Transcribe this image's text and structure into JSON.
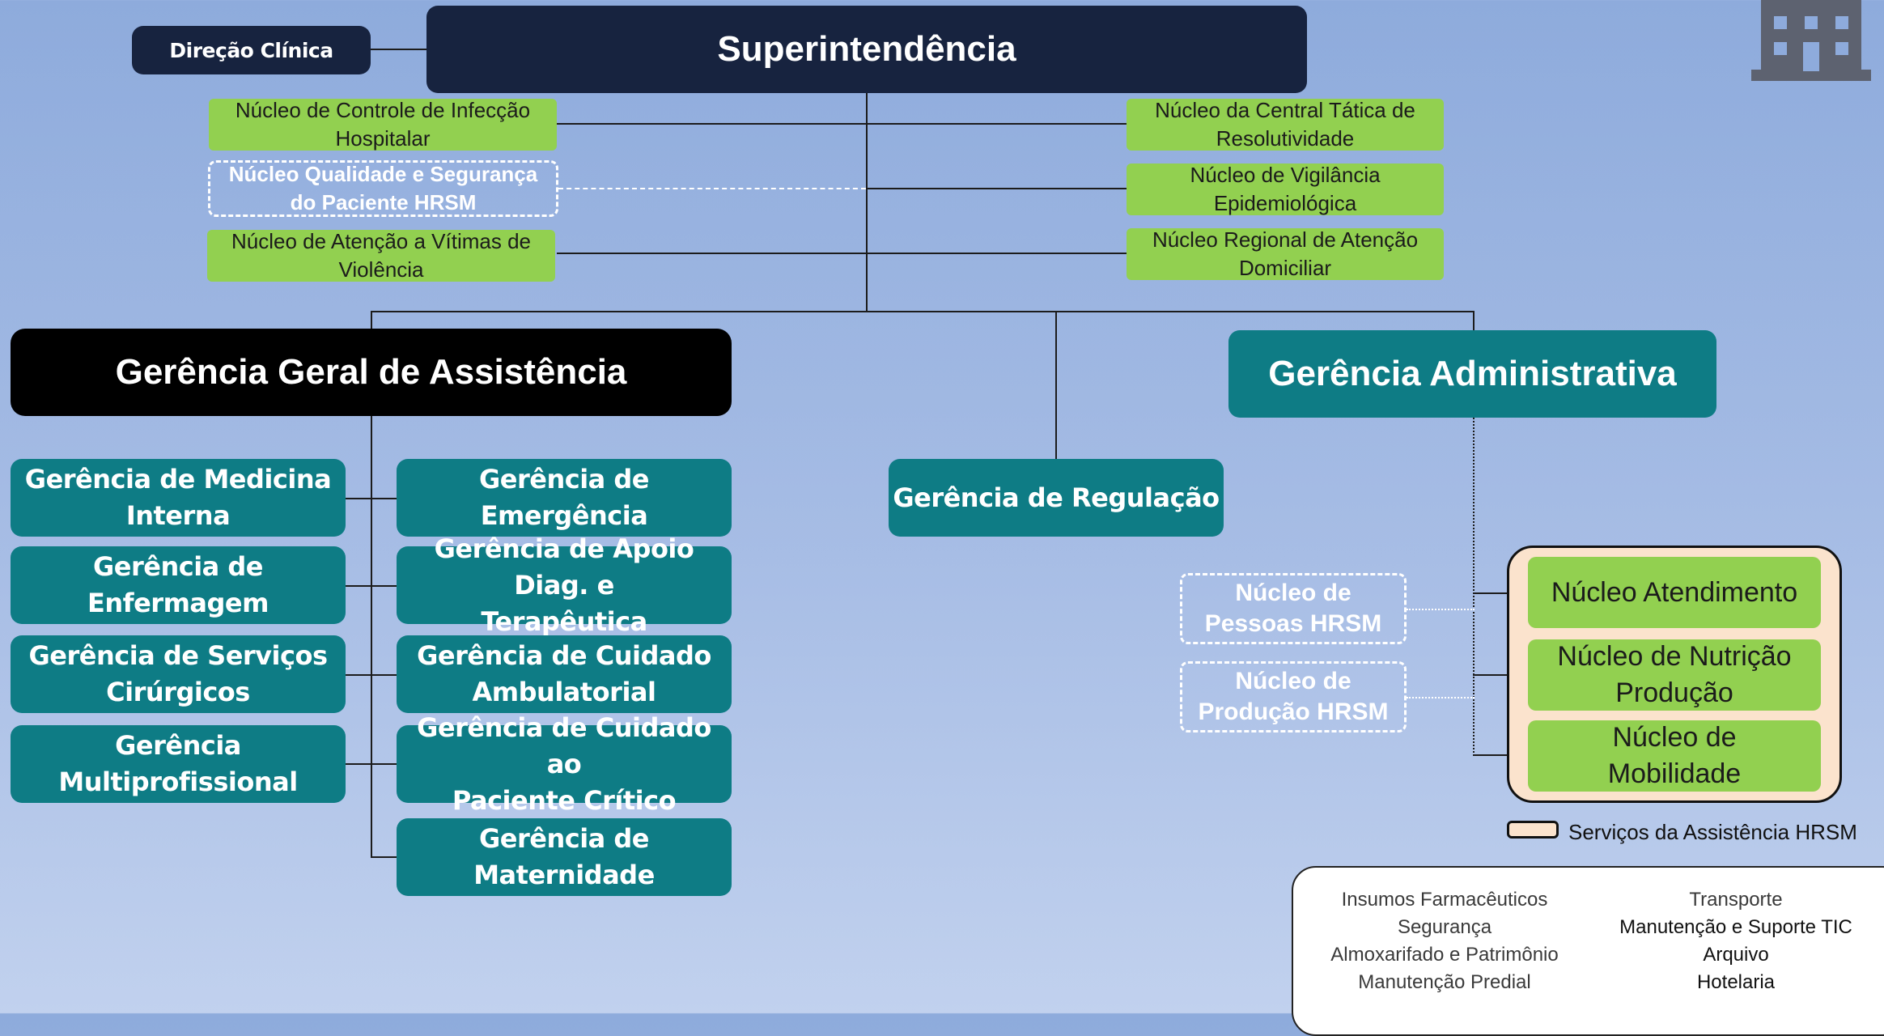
{
  "direcao_clinica": "Direção Clínica",
  "superintendencia": "Superintendência",
  "nucleos_left": [
    "Núcleo de Controle de Infecção\nHospitalar",
    "Núcleo Qualidade e Segurança\ndo Paciente HRSM",
    "Núcleo de Atenção a Vítimas de\nViolência"
  ],
  "nucleos_right": [
    "Núcleo da Central Tática de\nResolutividade",
    "Núcleo de Vigilância\nEpidemiológica",
    "Núcleo Regional de Atenção\nDomiciliar"
  ],
  "gerencia_geral": "Gerência Geral de Assistência",
  "gerencia_administrativa": "Gerência Administrativa",
  "gerencia_regulacao": "Gerência de Regulação",
  "assist_left": [
    "Gerência de Medicina\nInterna",
    "Gerência de Enfermagem",
    "Gerência de Serviços\nCirúrgicos",
    "Gerência\nMultiprofissional"
  ],
  "assist_right": [
    "Gerência de Emergência",
    "Gerência de Apoio Diag. e\nTerapêutica",
    "Gerência de Cuidado\nAmbulatorial",
    "Gerência de Cuidado ao\nPaciente Crítico",
    "Gerência de Maternidade"
  ],
  "admin_dashed": [
    "Núcleo de\nPessoas HRSM",
    "Núcleo de\nProdução HRSM"
  ],
  "admin_green": [
    "Núcleo Atendimento",
    "Núcleo de Nutrição\nProdução",
    "Núcleo de\nMobilidade"
  ],
  "legend": "Serviços da Assistência HRSM",
  "services_left": [
    "Insumos Farmacêuticos",
    "Segurança",
    "Almoxarifado e Patrimônio",
    "Manutenção Predial"
  ],
  "services_right": [
    "Transporte",
    "Manutenção e Suporte TIC",
    "Arquivo",
    "Hotelaria"
  ],
  "icon": "building-icon",
  "colors": {
    "navy": "#17233f",
    "teal": "#0e7c85",
    "green": "#92d050",
    "black": "#000000",
    "legend_fill": "#fbe3cd",
    "icon": "#5d6270"
  }
}
